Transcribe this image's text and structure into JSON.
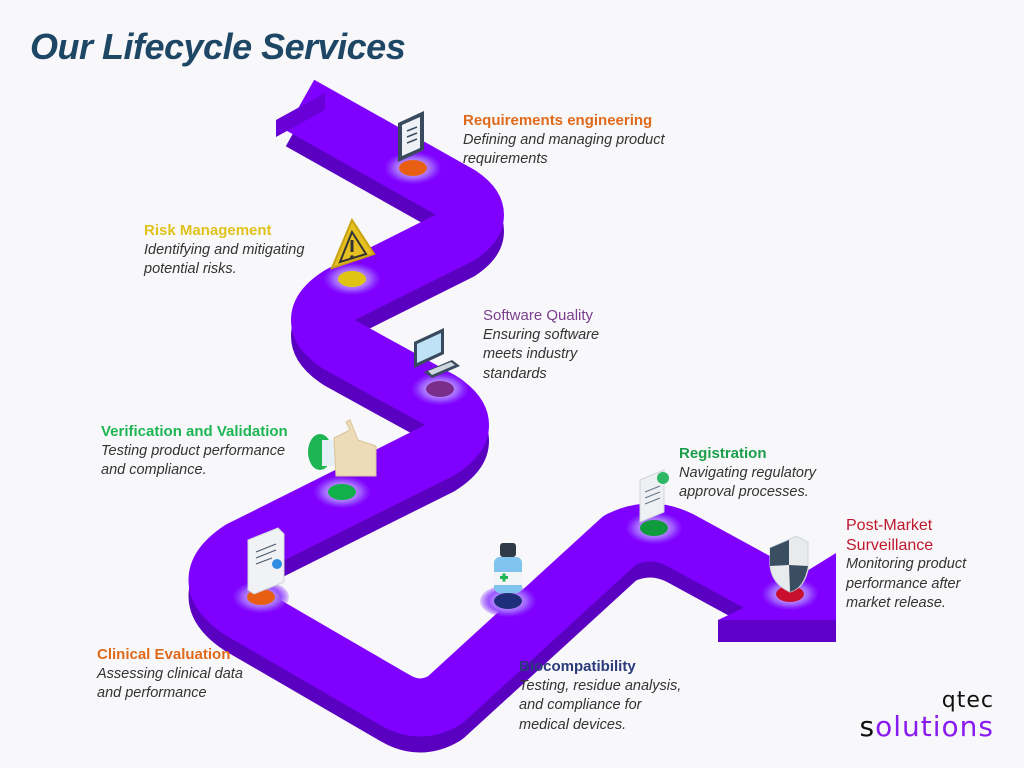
{
  "title": "Our Lifecycle Services",
  "colors": {
    "road_top": "#7f00ff",
    "road_side": "#5f00c8",
    "title": "#1e4766",
    "logo_accent": "#8a1bf0"
  },
  "services": [
    {
      "name": "Requirements engineering",
      "description": "Defining and managing product requirements",
      "color": "#e06a1c",
      "icon": "clipboard-icon"
    },
    {
      "name": "Risk Management",
      "description": "Identifying and mitigating potential risks.",
      "color": "#e8c41a",
      "icon": "warning-triangle-icon"
    },
    {
      "name": "Software Quality",
      "description": "Ensuring software meets industry standards",
      "color": "#7b3d8f",
      "icon": "computer-icon"
    },
    {
      "name": "Verification and Validation",
      "description": "Testing product performance and compliance.",
      "color": "#1eb555",
      "icon": "thumbs-up-icon"
    },
    {
      "name": "Clinical Evaluation",
      "description": "Assessing clinical data and performance",
      "color": "#e06a1c",
      "icon": "certificate-document-icon"
    },
    {
      "name": "Biocompatibility",
      "description": "Testing, residue analysis, and compliance for medical devices.",
      "color": "#2a3a7a",
      "icon": "medicine-bottle-icon"
    },
    {
      "name": "Registration",
      "description": "Navigating regulatory approval processes.",
      "color": "#1a9e4a",
      "icon": "approved-document-icon"
    },
    {
      "name": "Post-Market Surveillance",
      "description": "Monitoring product performance after market release.",
      "color": "#c0162c",
      "icon": "shield-icon"
    }
  ],
  "logo": {
    "line1": "qtec",
    "line2_first": "s",
    "line2_rest": "olutions"
  }
}
